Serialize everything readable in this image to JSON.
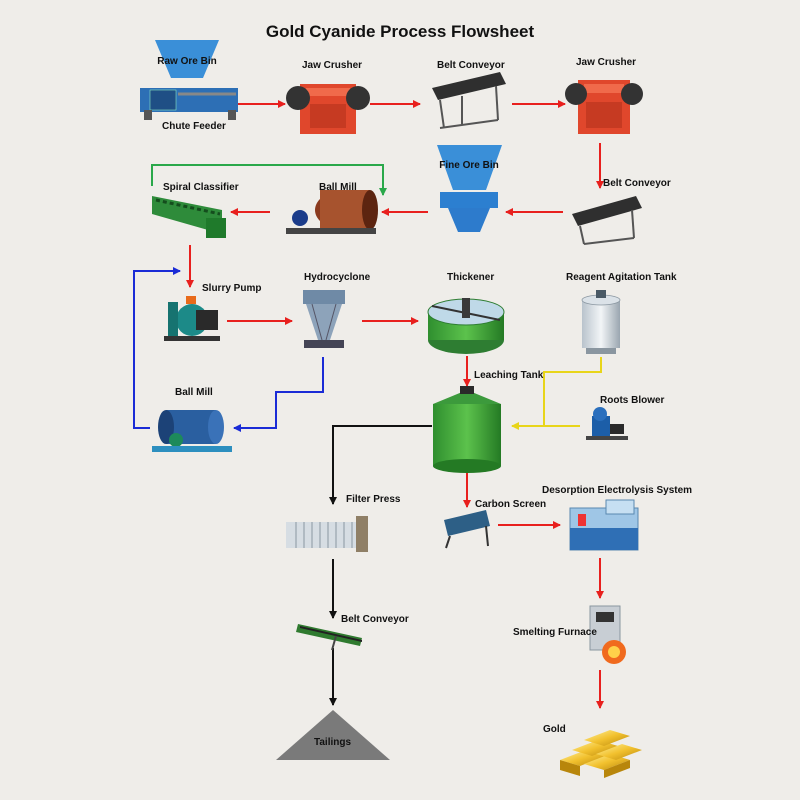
{
  "title": "Gold Cyanide Process Flowsheet",
  "labels": {
    "raw_ore_bin": "Raw Ore Bin",
    "chute_feeder": "Chute Feeder",
    "jaw_crusher_1": "Jaw Crusher",
    "belt_conveyor_1": "Belt Conveyor",
    "jaw_crusher_2": "Jaw Crusher",
    "belt_conveyor_2": "Belt Conveyor",
    "fine_ore_bin": "Fine Ore Bin",
    "ball_mill_1": "Ball Mill",
    "spiral_classifier": "Spiral Classifier",
    "slurry_pump": "Slurry Pump",
    "hydrocyclone": "Hydrocyclone",
    "thickener": "Thickener",
    "reagent_tank": "Reagent Agitation Tank",
    "leaching_tank": "Leaching Tank",
    "roots_blower": "Roots Blower",
    "ball_mill_2": "Ball Mill",
    "filter_press": "Filter Press",
    "carbon_screen": "Carbon Screen",
    "desorption": "Desorption Electrolysis System",
    "belt_conveyor_3": "Belt Conveyor",
    "smelting_furnace": "Smelting Furnace",
    "tailings": "Tailings",
    "gold": "Gold"
  },
  "colors": {
    "background": "#efede9",
    "ore_flow": "#e8201e",
    "overflow_return": "#2aa84a",
    "regrind_loop": "#1a2bd6",
    "reagent_feed": "#f2e21a",
    "tailings_path": "#111111"
  },
  "icons": [
    "bin-icon",
    "chute-feeder-icon",
    "jaw-crusher-icon",
    "belt-conveyor-icon",
    "ball-mill-icon",
    "spiral-classifier-icon",
    "slurry-pump-icon",
    "hydrocyclone-icon",
    "thickener-icon",
    "agitation-tank-icon",
    "leaching-tank-icon",
    "roots-blower-icon",
    "filter-press-icon",
    "carbon-screen-icon",
    "electrolysis-icon",
    "smelting-furnace-icon",
    "tailings-pile-icon",
    "gold-bars-icon"
  ]
}
